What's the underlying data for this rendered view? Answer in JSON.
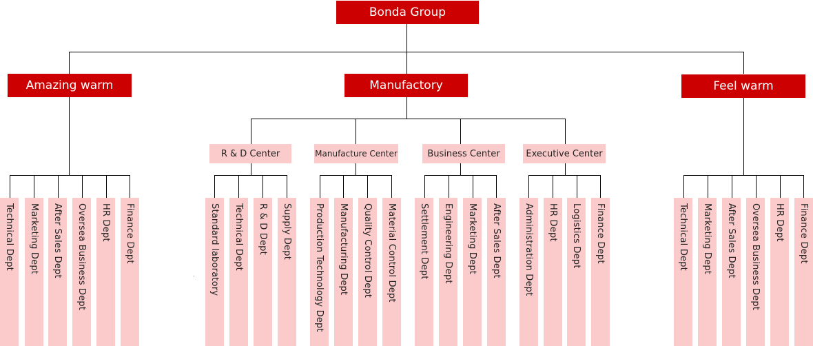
{
  "root": "Bonda Group",
  "companies": [
    "Amazing warm",
    "Manufactory",
    "Feel warm"
  ],
  "centers": [
    "R & D Center",
    "Manufacture Center",
    "Business Center",
    "Executive Center"
  ],
  "left_depts": [
    "Technical Dept",
    "Marketing Dept",
    "After Sales Dept",
    "Oversea Business Dept",
    "HR Dept",
    "Finance Dept"
  ],
  "rd_depts": [
    "Standard laboratory",
    "Technical Dept",
    "R & D Dept",
    "Supply Dept"
  ],
  "mfg_depts": [
    "Production Technology Dept",
    "Manufacturing Dept",
    "Quality Control Dept",
    "Material Control Dept"
  ],
  "biz_depts": [
    "Settlement Dept",
    "Engineering Dept",
    "Marketing Dept",
    "After Sales Dept"
  ],
  "exec_depts": [
    "Administration Dept",
    "HR Dept",
    "Logistics Dept",
    "Finance Dept"
  ],
  "right_depts": [
    "Technical Dept",
    "Marketing Dept",
    "After Sales Dept",
    "Oversea Business Dept",
    "HR Dept",
    "Finance Dept"
  ],
  "colors": {
    "primary": "#cc0000",
    "secondary": "#fbcbcb",
    "line": "#000000"
  }
}
